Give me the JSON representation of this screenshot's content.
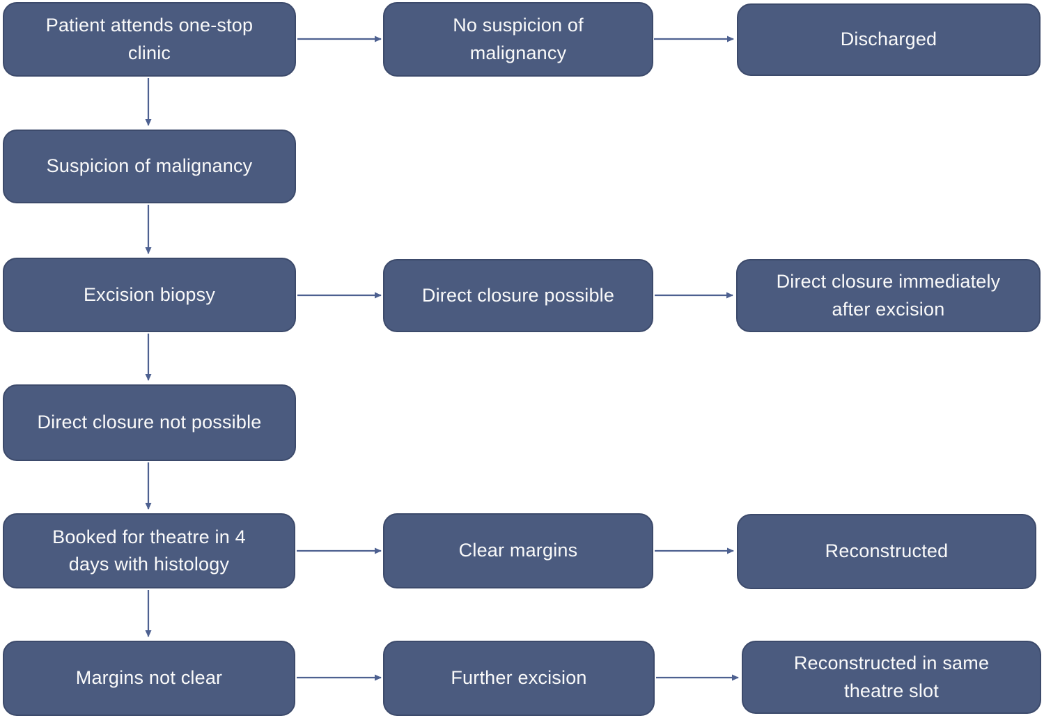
{
  "colors": {
    "box-fill": "#4b5b7f",
    "box-border": "#3c4a6b",
    "arrow": "#4d6090",
    "text": "#fafafa",
    "background": "#ffffff"
  },
  "flowchart": {
    "type": "flowchart",
    "nodes": [
      {
        "id": "patient-attends-clinic",
        "label": "Patient attends one-stop\nclinic"
      },
      {
        "id": "no-suspicion-of-malignancy",
        "label": "No suspicion of\nmalignancy"
      },
      {
        "id": "discharged",
        "label": "Discharged"
      },
      {
        "id": "suspicion-of-malignancy",
        "label": "Suspicion of malignancy"
      },
      {
        "id": "excision-biopsy",
        "label": "Excision biopsy"
      },
      {
        "id": "direct-closure-possible",
        "label": "Direct closure possible"
      },
      {
        "id": "direct-closure-immediately-after-excision",
        "label": "Direct closure immediately\nafter excision"
      },
      {
        "id": "direct-closure-not-possible",
        "label": "Direct closure not possible"
      },
      {
        "id": "booked-for-theatre",
        "label": "Booked for theatre in 4\ndays with histology"
      },
      {
        "id": "clear-margins",
        "label": "Clear margins"
      },
      {
        "id": "reconstructed",
        "label": "Reconstructed"
      },
      {
        "id": "margins-not-clear",
        "label": "Margins not clear"
      },
      {
        "id": "further-excision",
        "label": "Further excision"
      },
      {
        "id": "reconstructed-in-same-theatre-slot",
        "label": "Reconstructed in same\ntheatre slot"
      }
    ],
    "edges": [
      {
        "from": "patient-attends-clinic",
        "to": "no-suspicion-of-malignancy",
        "direction": "right"
      },
      {
        "from": "no-suspicion-of-malignancy",
        "to": "discharged",
        "direction": "right"
      },
      {
        "from": "patient-attends-clinic",
        "to": "suspicion-of-malignancy",
        "direction": "down"
      },
      {
        "from": "suspicion-of-malignancy",
        "to": "excision-biopsy",
        "direction": "down"
      },
      {
        "from": "excision-biopsy",
        "to": "direct-closure-possible",
        "direction": "right"
      },
      {
        "from": "direct-closure-possible",
        "to": "direct-closure-immediately-after-excision",
        "direction": "right"
      },
      {
        "from": "excision-biopsy",
        "to": "direct-closure-not-possible",
        "direction": "down"
      },
      {
        "from": "direct-closure-not-possible",
        "to": "booked-for-theatre",
        "direction": "down"
      },
      {
        "from": "booked-for-theatre",
        "to": "clear-margins",
        "direction": "right"
      },
      {
        "from": "clear-margins",
        "to": "reconstructed",
        "direction": "right"
      },
      {
        "from": "booked-for-theatre",
        "to": "margins-not-clear",
        "direction": "down"
      },
      {
        "from": "margins-not-clear",
        "to": "further-excision",
        "direction": "right"
      },
      {
        "from": "further-excision",
        "to": "reconstructed-in-same-theatre-slot",
        "direction": "right"
      }
    ]
  }
}
